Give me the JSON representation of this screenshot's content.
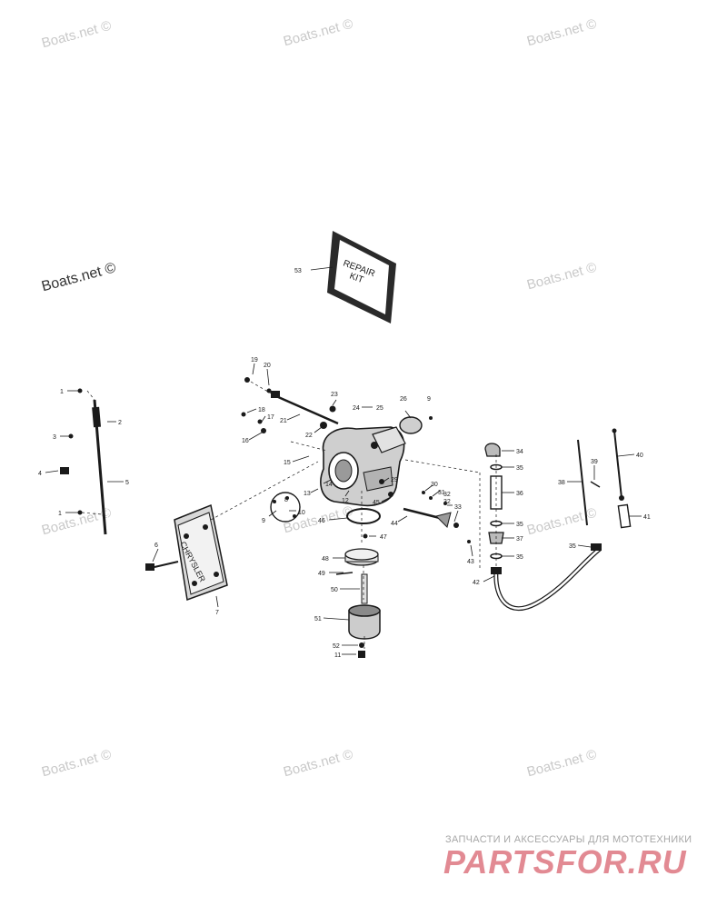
{
  "watermarks": [
    "Boats.net ©",
    "Boats.net ©",
    "Boats.net ©",
    "Boats.net ©",
    "Boats.net ©",
    "Boats.net ©",
    "Boats.net ©",
    "Boats.net ©",
    "Boats.net ©",
    "Boats.net ©",
    "Boats.net ©"
  ],
  "repair_kit": {
    "line1": "REPAIR",
    "line2": "KIT"
  },
  "brand_plate": {
    "text": "CHRYSLER"
  },
  "parts": [
    {
      "n": "1"
    },
    {
      "n": "2"
    },
    {
      "n": "3"
    },
    {
      "n": "4"
    },
    {
      "n": "5"
    },
    {
      "n": "1"
    },
    {
      "n": "6"
    },
    {
      "n": "7"
    },
    {
      "n": "8"
    },
    {
      "n": "9"
    },
    {
      "n": "10"
    },
    {
      "n": "11"
    },
    {
      "n": "12"
    },
    {
      "n": "13"
    },
    {
      "n": "14"
    },
    {
      "n": "15"
    },
    {
      "n": "16"
    },
    {
      "n": "17"
    },
    {
      "n": "18"
    },
    {
      "n": "19"
    },
    {
      "n": "20"
    },
    {
      "n": "21"
    },
    {
      "n": "22"
    },
    {
      "n": "23"
    },
    {
      "n": "24"
    },
    {
      "n": "25"
    },
    {
      "n": "26"
    },
    {
      "n": "9"
    },
    {
      "n": "29"
    },
    {
      "n": "30"
    },
    {
      "n": "31"
    },
    {
      "n": "32"
    },
    {
      "n": "32"
    },
    {
      "n": "33"
    },
    {
      "n": "34"
    },
    {
      "n": "35"
    },
    {
      "n": "36"
    },
    {
      "n": "35"
    },
    {
      "n": "37"
    },
    {
      "n": "35"
    },
    {
      "n": "35"
    },
    {
      "n": "38"
    },
    {
      "n": "39"
    },
    {
      "n": "40"
    },
    {
      "n": "41"
    },
    {
      "n": "42"
    },
    {
      "n": "43"
    },
    {
      "n": "44"
    },
    {
      "n": "45"
    },
    {
      "n": "46"
    },
    {
      "n": "47"
    },
    {
      "n": "48"
    },
    {
      "n": "49"
    },
    {
      "n": "50"
    },
    {
      "n": "51"
    },
    {
      "n": "52"
    },
    {
      "n": "53"
    }
  ],
  "footer": {
    "tagline": "ЗАПЧАСТИ И АКСЕССУАРЫ ДЛЯ МОТОТЕХНИКИ",
    "logo": "PARTSFOR.RU",
    "logo_color": "#e28a93"
  }
}
